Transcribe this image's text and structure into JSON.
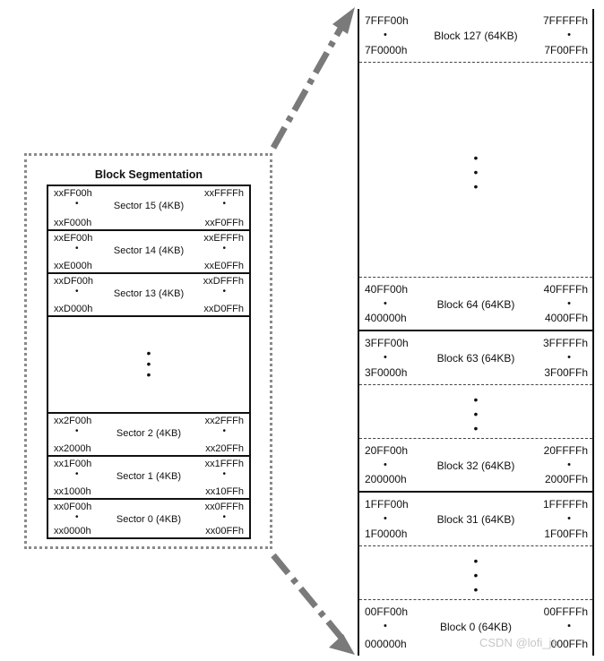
{
  "segmentation": {
    "title": "Block Segmentation",
    "sectors_top": [
      {
        "tl": "xxFF00h",
        "bl": "xxF000h",
        "tr": "xxFFFFh",
        "br": "xxF0FFh",
        "label": "Sector 15 (4KB)"
      },
      {
        "tl": "xxEF00h",
        "bl": "xxE000h",
        "tr": "xxEFFFh",
        "br": "xxE0FFh",
        "label": "Sector 14 (4KB)"
      },
      {
        "tl": "xxDF00h",
        "bl": "xxD000h",
        "tr": "xxDFFFh",
        "br": "xxD0FFh",
        "label": "Sector 13 (4KB)"
      }
    ],
    "sectors_bottom": [
      {
        "tl": "xx2F00h",
        "bl": "xx2000h",
        "tr": "xx2FFFh",
        "br": "xx20FFh",
        "label": "Sector 2 (4KB)"
      },
      {
        "tl": "xx1F00h",
        "bl": "xx1000h",
        "tr": "xx1FFFh",
        "br": "xx10FFh",
        "label": "Sector 1 (4KB)"
      },
      {
        "tl": "xx0F00h",
        "bl": "xx0000h",
        "tr": "xx0FFFh",
        "br": "xx00FFh",
        "label": "Sector 0 (4KB)"
      }
    ],
    "dot": "•"
  },
  "blocks": {
    "b127": {
      "tl": "7FFF00h",
      "bl": "7F0000h",
      "tr": "7FFFFFh",
      "br": "7F00FFh",
      "label": "Block 127 (64KB)"
    },
    "b64": {
      "tl": "40FF00h",
      "bl": "400000h",
      "tr": "40FFFFh",
      "br": "4000FFh",
      "label": "Block 64 (64KB)"
    },
    "b63": {
      "tl": "3FFF00h",
      "bl": "3F0000h",
      "tr": "3FFFFFh",
      "br": "3F00FFh",
      "label": "Block 63 (64KB)"
    },
    "b32": {
      "tl": "20FF00h",
      "bl": "200000h",
      "tr": "20FFFFh",
      "br": "2000FFh",
      "label": "Block 32 (64KB)"
    },
    "b31": {
      "tl": "1FFF00h",
      "bl": "1F0000h",
      "tr": "1FFFFFh",
      "br": "1F00FFh",
      "label": "Block 31 (64KB)"
    },
    "b0": {
      "tl": "00FF00h",
      "bl": "000000h",
      "tr": "00FFFFh",
      "br": "000FFh",
      "label": "Block 0 (64KB)"
    }
  },
  "watermark": "CSDN @lofi_je",
  "colors": {
    "outline": "#8a8a8a",
    "line": "#111111",
    "arrow": "#7a7a7a"
  }
}
